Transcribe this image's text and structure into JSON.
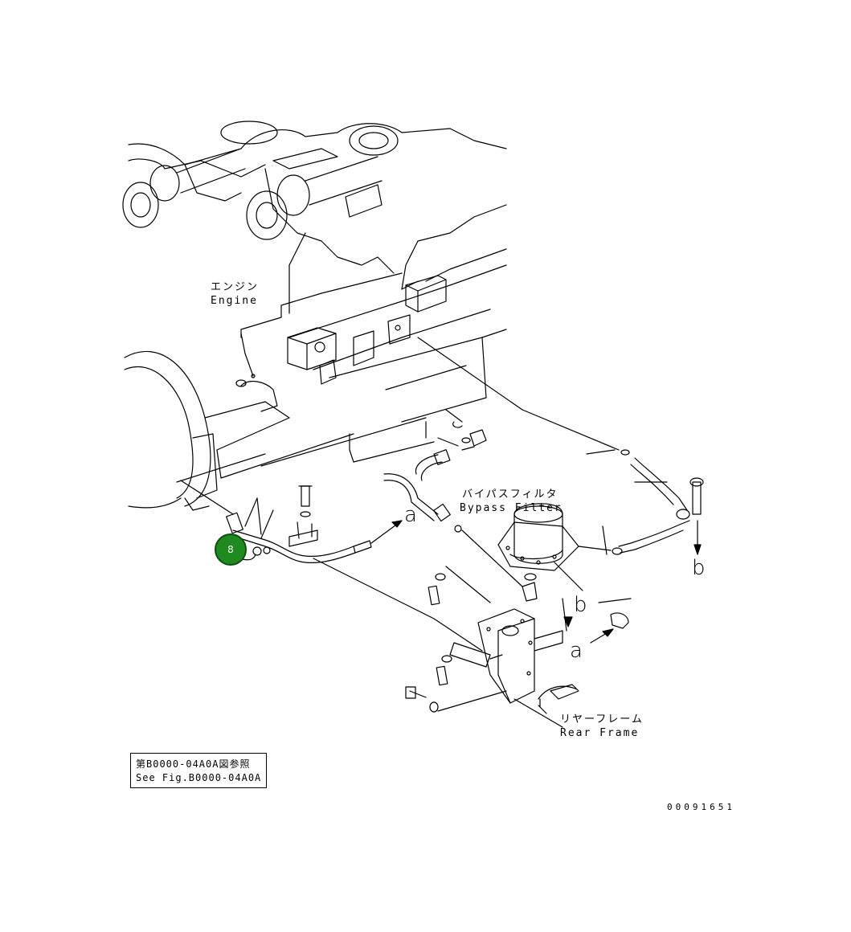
{
  "labels": {
    "engine_jp": "エンジン",
    "engine_en": "Engine",
    "bypass_jp": "バイパスフィルタ",
    "bypass_en": "Bypass Filter",
    "rear_frame_jp": "リヤーフレーム",
    "rear_frame_en": "Rear Frame"
  },
  "markers": {
    "a": "a",
    "b": "b"
  },
  "reference": {
    "line1": "第B0000-04A0A図参照",
    "line2": "See Fig.B0000-04A0A"
  },
  "callout": {
    "number": "8",
    "color": "#1f8a1f"
  },
  "document_number": "00091651"
}
